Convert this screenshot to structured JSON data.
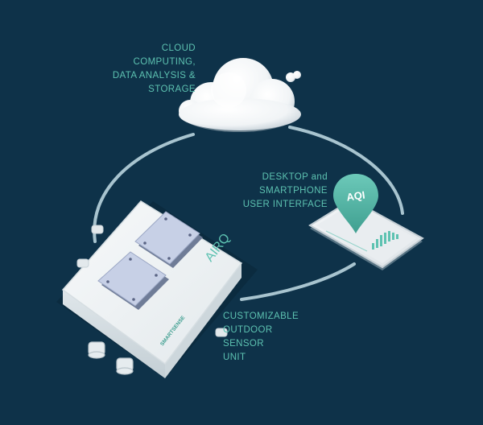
{
  "cloud_label": {
    "lines": [
      "CLOUD",
      "COMPUTING,",
      "DATA ANALYSIS &",
      "STORAGE"
    ]
  },
  "phone_label": {
    "lines": [
      "DESKTOP and",
      "SMARTPHONE",
      "USER INTERFACE"
    ]
  },
  "sensor_label": {
    "lines": [
      "CUSTOMIZABLE",
      "OUTDOOR",
      "SENSOR",
      "UNIT"
    ]
  },
  "pin_text": "AQI",
  "device_logo_text": "AIRQ",
  "device_brand_text": "SMARTSENSE",
  "colors": {
    "background": "#0e3249",
    "accent_teal": "#5dc2b1",
    "orbit_line": "#b9d4de",
    "device_white": "#eef2f4"
  }
}
